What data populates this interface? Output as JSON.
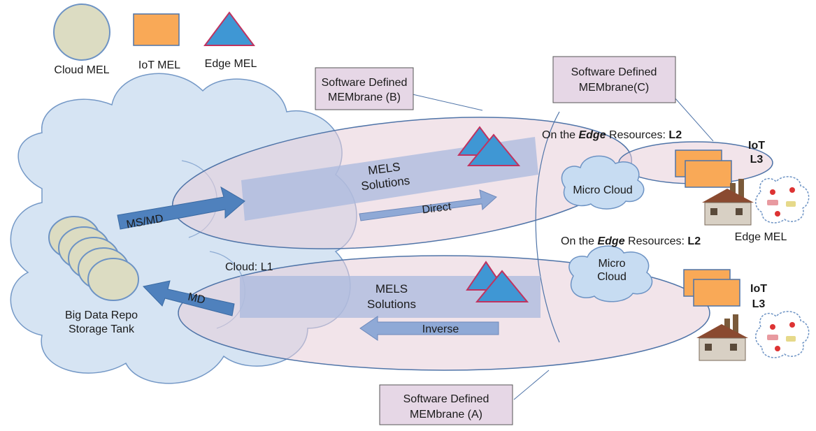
{
  "legend": {
    "cloud_mel": "Cloud MEL",
    "iot_mel": "IoT MEL",
    "edge_mel": "Edge MEL"
  },
  "callouts": {
    "b_line1": "Software Defined",
    "b_line2": "MEMbrane (B)",
    "c_line1": "Software Defined",
    "c_line2": "MEMbrane(C)",
    "a_line1": "Software Defined",
    "a_line2": "MEMbrane (A)"
  },
  "top_flow": {
    "solutions_line1": "MELS",
    "solutions_line2": "Solutions",
    "direct": "Direct",
    "ms_md": "MS/MD"
  },
  "bottom_flow": {
    "solutions_line1": "MELS",
    "solutions_line2": "Solutions",
    "inverse": "Inverse",
    "md": "MD"
  },
  "cloud": {
    "level": "Cloud: L1",
    "repo_line1": "Big Data Repo",
    "repo_line2": "Storage Tank"
  },
  "edge_top": {
    "prefix": "On the ",
    "edge_word": "Edge",
    "suffix": " Resources: ",
    "level": "L2",
    "micro_cloud": "Micro Cloud",
    "iot_line1": "IoT",
    "iot_line2": "L3",
    "edge_mel": "Edge MEL"
  },
  "edge_bottom": {
    "prefix": "On the ",
    "edge_word": "Edge",
    "suffix": " Resources: ",
    "level": "L2",
    "micro_line1": "Micro",
    "micro_line2": "Cloud",
    "iot_line1": "IoT",
    "iot_line2": "L3"
  },
  "colors": {
    "cloud_fill": "#d4e3f3",
    "cloud_stroke": "#6d93c4",
    "cylinder_fill": "#dcdcc2",
    "iot_fill": "#f9a957",
    "triangle_fill": "#3f97d4",
    "triangle_stroke": "#c0335f",
    "membrane_fill": "#e7cdd9",
    "callout_fill": "#e6d7e6",
    "arrow_fill": "#4f81bd"
  }
}
